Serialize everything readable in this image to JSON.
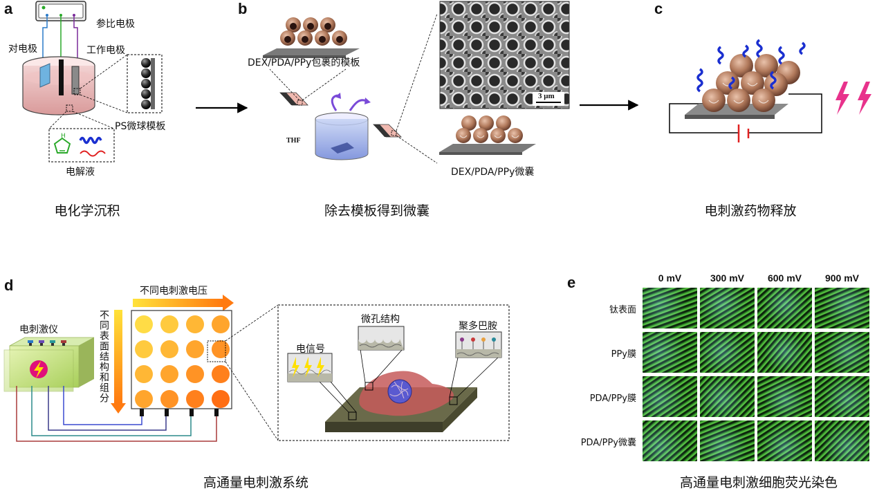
{
  "panels": {
    "a": {
      "letter": "a",
      "ref_electrode": "参比电极",
      "counter_electrode": "对电极",
      "working_electrode": "工作电极",
      "template": "PS微球模板",
      "electrolyte": "电解液",
      "caption": "电化学沉积"
    },
    "b": {
      "letter": "b",
      "coated_template": "DEX/PDA/PPy包裹的模板",
      "solvent": "THF",
      "scale_bar": "3 μm",
      "microcapsule": "DEX/PDA/PPy微囊",
      "caption": "除去模板得到微囊"
    },
    "c": {
      "letter": "c",
      "caption": "电刺激药物释放"
    },
    "d": {
      "letter": "d",
      "stimulator": "电刺激仪",
      "voltage_axis": "不同电刺激电压",
      "surface_axis": "不同表面结构和组分",
      "electric_signal": "电信号",
      "microporous": "微孔结构",
      "polydopamine": "聚多巴胺",
      "caption": "高通量电刺激系统"
    },
    "e": {
      "letter": "e",
      "columns": [
        "0 mV",
        "300 mV",
        "600 mV",
        "900 mV"
      ],
      "rows": [
        "钛表面",
        "PPy膜",
        "PDA/PPy膜",
        "PDA/PPy微囊"
      ],
      "caption": "高通量电刺激细胞荧光染色"
    }
  },
  "colors": {
    "capsule": "#b07a5e",
    "polymer_chain": "#1a2fd0",
    "lightning": "#e8328c",
    "battery": "#e02020",
    "fluorescence_green": "#2f9a2a",
    "substrate": "#5a5a3e"
  }
}
